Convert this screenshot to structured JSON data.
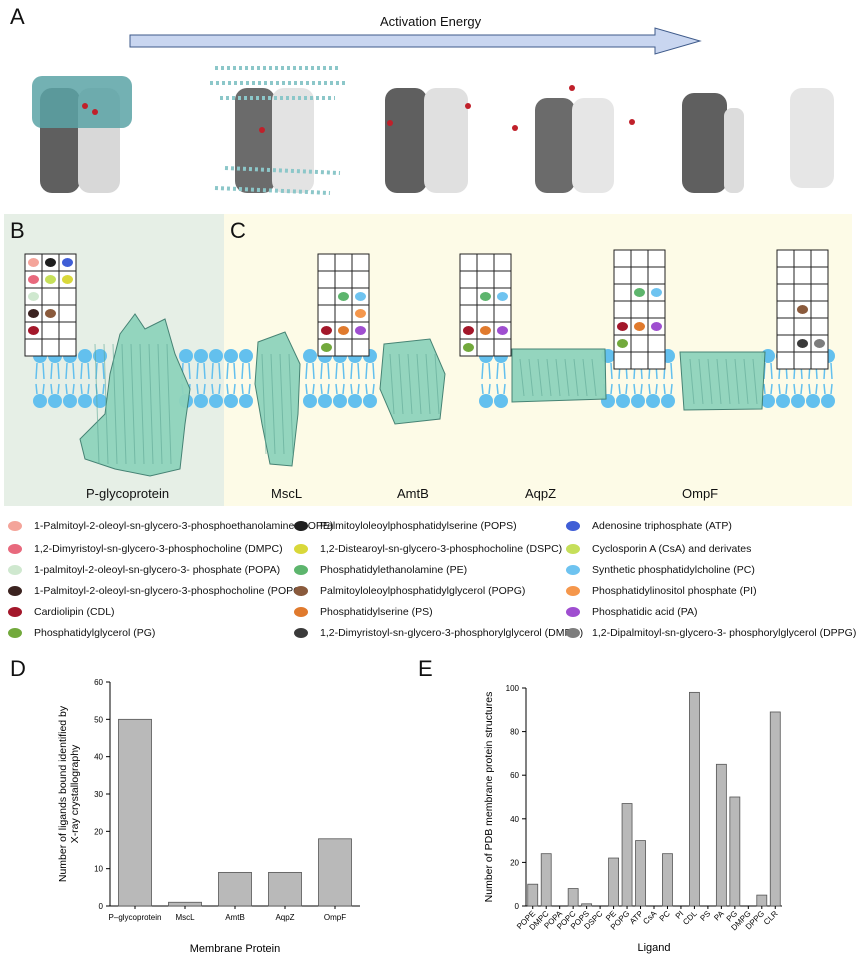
{
  "panels": {
    "a": "A",
    "b": "B",
    "c": "C",
    "d": "D",
    "e": "E"
  },
  "panel_a": {
    "arrow_label": "Activation Energy"
  },
  "proteins": [
    "P-glycoprotein",
    "MscL",
    "AmtB",
    "AqpZ",
    "OmpF"
  ],
  "colors": {
    "bilayer": "#63c0ee",
    "protein": "#8fd4bc",
    "panel_b_bg": "#e6efe6",
    "panel_c_bg": "#fdfbe7",
    "bar": "#b9b9b9",
    "arrow": "#c9d6f0"
  },
  "legend": [
    {
      "label": "1-Palmitoyl-2-oleoyl-sn-glycero-3-phosphoethanolamine (POPE)",
      "color": "#f4a49a"
    },
    {
      "label": "1,2-Dimyristoyl-sn-glycero-3-phosphocholine (DMPC)",
      "color": "#e8697d"
    },
    {
      "label": "1-palmitoyl-2-oleoyl-sn-glycero-3- phosphate (POPA)",
      "color": "#cfe8cf"
    },
    {
      "label": "1-Palmitoyl-2-oleoyl-sn-glycero-3-phosphocholine (POPC)",
      "color": "#3b2320"
    },
    {
      "label": "Cardiolipin (CDL)",
      "color": "#a3172a"
    },
    {
      "label": "Phosphatidylglycerol (PG)",
      "color": "#72a93c"
    },
    {
      "label": "Palmitoyloleoylphosphatidylserine (POPS)",
      "color": "#1e1e1e"
    },
    {
      "label": "1,2-Distearoyl-sn-glycero-3-phosphocholine (DSPC)",
      "color": "#d9d83a"
    },
    {
      "label": "Phosphatidylethanolamine (PE)",
      "color": "#5db56d"
    },
    {
      "label": "Palmitoyloleoylphosphatidylglycerol (POPG)",
      "color": "#8a5a3c"
    },
    {
      "label": "Phosphatidylserine (PS)",
      "color": "#e07a2d"
    },
    {
      "label": "1,2-Dimyristoyl-sn-glycero-3-phosphorylglycerol (DMPG)",
      "color": "#3a3a3a"
    },
    {
      "label": "Adenosine triphosphate (ATP)",
      "color": "#3f5ed6"
    },
    {
      "label": "Cyclosporin A (CsA) and derivates",
      "color": "#c6df5a"
    },
    {
      "label": "Synthetic phosphatidylcholine (PC)",
      "color": "#6ec3f0"
    },
    {
      "label": "Phosphatidylinositol phosphate (PI)",
      "color": "#f5974c"
    },
    {
      "label": "Phosphatidic acid (PA)",
      "color": "#9f4ed0"
    },
    {
      "label": "1,2-Dipalmitoyl-sn-glycero-3- phosphorylglycerol (DPPG)",
      "color": "#7d7d7d"
    }
  ],
  "chart_data": [
    {
      "type": "bar",
      "title": "",
      "xlabel": "Membrane Protein",
      "ylabel": "Number of ligands bound identified by X-ray crystallography",
      "categories": [
        "P–glycoprotein",
        "MscL",
        "AmtB",
        "AqpZ",
        "OmpF"
      ],
      "values": [
        50,
        1,
        9,
        9,
        18
      ],
      "ylim": [
        0,
        60
      ],
      "yticks": [
        0,
        10,
        20,
        30,
        40,
        50,
        60
      ]
    },
    {
      "type": "bar",
      "title": "",
      "xlabel": "Ligand",
      "ylabel": "Number of PDB membrane protein structures",
      "categories": [
        "POPE",
        "DMPC",
        "POPA",
        "POPC",
        "POPS",
        "DSPC",
        "PE",
        "POPG",
        "ATP",
        "CsA",
        "PC",
        "PI",
        "CDL",
        "PS",
        "PA",
        "PG",
        "DMPG",
        "DPPG",
        "CLR"
      ],
      "values": [
        10,
        24,
        0,
        8,
        1,
        0,
        22,
        47,
        30,
        0,
        24,
        0,
        98,
        0,
        65,
        50,
        0,
        5,
        89
      ],
      "ylim": [
        0,
        100
      ],
      "yticks": [
        0,
        20,
        40,
        60,
        80,
        100
      ]
    }
  ]
}
